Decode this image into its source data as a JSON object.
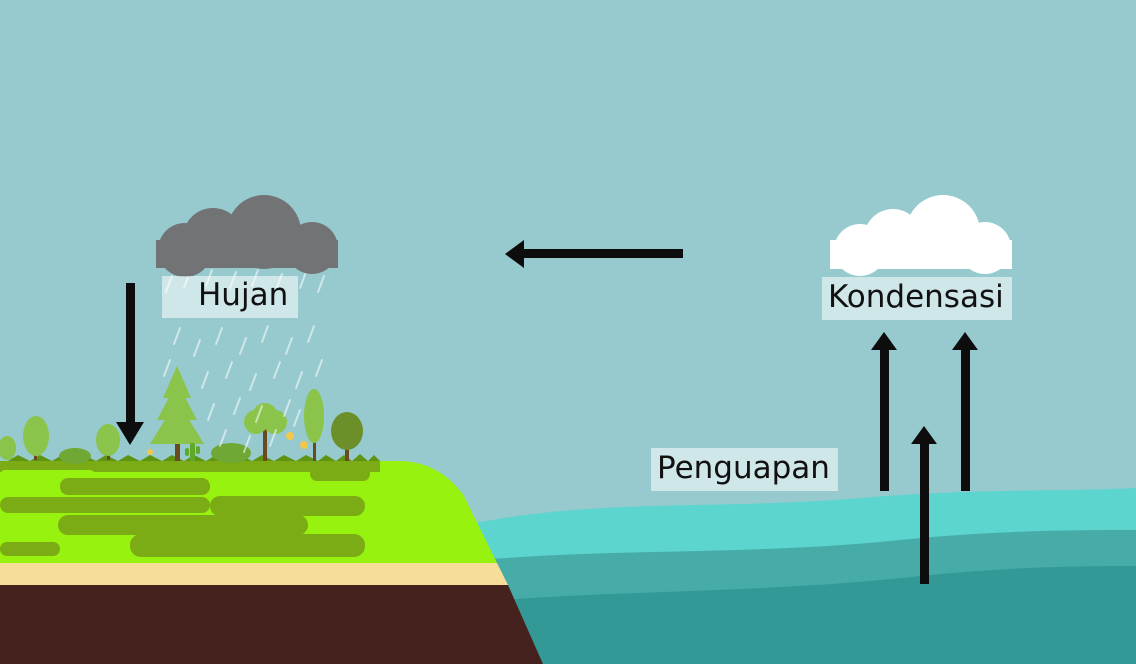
{
  "labels": {
    "hujan": "Hujan",
    "kondensasi": "Kondensasi",
    "penguapan": "Penguapan"
  },
  "colors": {
    "sky": "#96cace",
    "rain_cloud": "#727374",
    "white_cloud": "#ffffff",
    "grass": "#97f20f",
    "grass_dark": "#7bab15",
    "sand": "#f6de9a",
    "soil": "#46221f",
    "sea_top": "#5bd5ce",
    "sea_mid": "#47aca8",
    "sea_deep": "#329997",
    "arrow": "#0d0d0d"
  }
}
